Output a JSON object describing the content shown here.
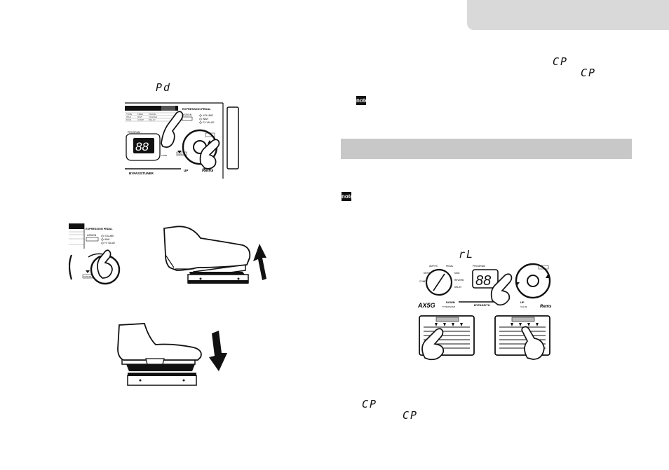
{
  "left": {
    "display_pd": "Pd",
    "panel1": {
      "expression_pedal_label": "EXPRESSION PEDAL",
      "modes": [
        "VOLUME",
        "WAH",
        "FX VALUE"
      ],
      "assign_label": "ASSIGN",
      "program_label": "PROGRAM",
      "seg_display": "88",
      "bypass_label": "BYPASS/TUNER",
      "up_label": "UP",
      "tone_label": "TONE",
      "cancel_label": "CANCEL",
      "brand": "Rems"
    },
    "panel2": {
      "expression_pedal_label": "EXPRESSION PEDAL",
      "assign_label": "ASSIGN",
      "modes": [
        "VOLUME",
        "WAH",
        "FX VALUE"
      ],
      "cancel_label": "CANCEL"
    }
  },
  "right": {
    "display_cp_1": "CP",
    "display_cp_2": "CP",
    "note_icon_1": "note",
    "note_icon_2": "note",
    "display_rl": "rL",
    "panel3": {
      "model": "AX5G",
      "program_label": "PROGRAM",
      "seg_display": "88",
      "down_label": "DOWN",
      "type_param_label": "TYPE/PARAM",
      "bypass_label": "BYPASS/TU",
      "up_label": "UP",
      "value_label": "VALUE",
      "brand": "Rems",
      "dial_labels": [
        "AMP/FX",
        "PEDAL",
        "MOD",
        "DRIVE",
        "REVERB",
        "DELAY",
        "COMP"
      ]
    },
    "display_cp_3": "CP",
    "display_cp_4": "CP"
  },
  "colors": {
    "tab_gray": "#d9d9d9",
    "section_gray": "#c8c8c8",
    "ink": "#111111"
  }
}
